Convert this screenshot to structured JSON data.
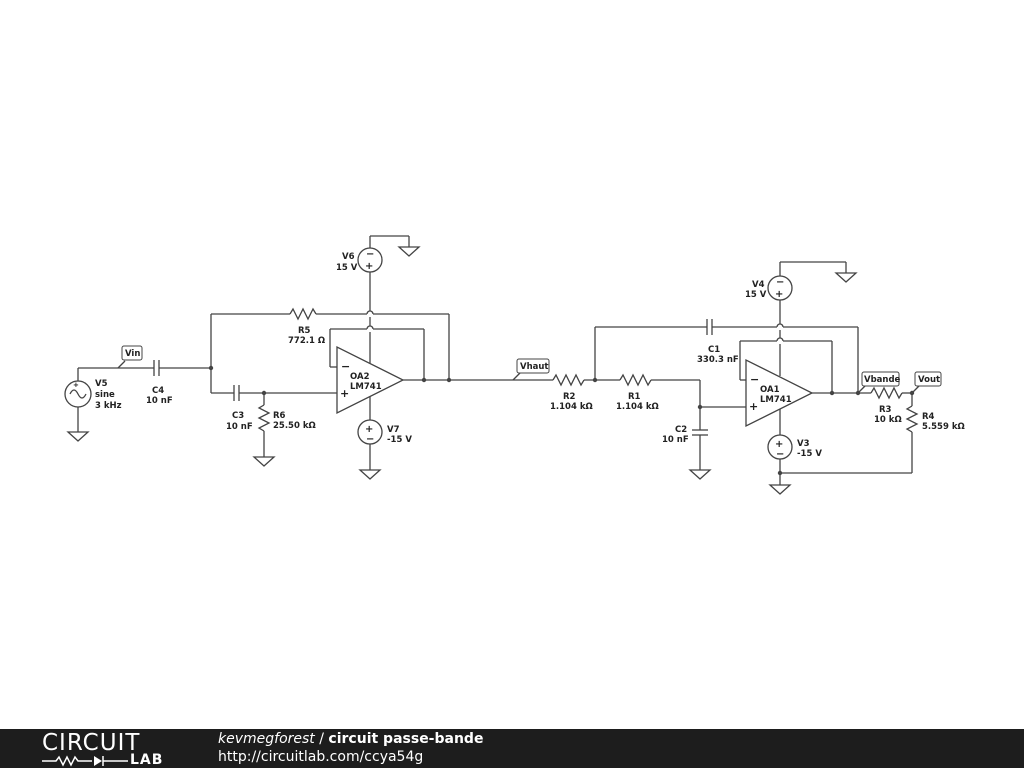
{
  "components": {
    "V5": {
      "name": "V5",
      "type": "sine",
      "value": "3 kHz"
    },
    "C4": {
      "name": "C4",
      "value": "10 nF"
    },
    "C3": {
      "name": "C3",
      "value": "10 nF"
    },
    "R6": {
      "name": "R6",
      "value": "25.50 kΩ"
    },
    "R5": {
      "name": "R5",
      "value": "772.1 Ω"
    },
    "V6": {
      "name": "V6",
      "value": "15 V"
    },
    "V7": {
      "name": "V7",
      "value": "-15 V"
    },
    "OA2": {
      "name": "OA2",
      "model": "LM741"
    },
    "R2": {
      "name": "R2",
      "value": "1.104 kΩ"
    },
    "R1": {
      "name": "R1",
      "value": "1.104 kΩ"
    },
    "C2": {
      "name": "C2",
      "value": "10 nF"
    },
    "C1": {
      "name": "C1",
      "value": "330.3 nF"
    },
    "V4": {
      "name": "V4",
      "value": "15 V"
    },
    "V3": {
      "name": "V3",
      "value": "-15 V"
    },
    "OA1": {
      "name": "OA1",
      "model": "LM741"
    },
    "R3": {
      "name": "R3",
      "value": "10 kΩ"
    },
    "R4": {
      "name": "R4",
      "value": "5.559 kΩ"
    }
  },
  "nets": {
    "vin": "Vin",
    "vhaut": "Vhaut",
    "vbande": "Vbande",
    "vout": "Vout"
  },
  "opamp_symbols": {
    "minus": "−",
    "plus": "+"
  },
  "footer": {
    "logo_top": "CIRCUIT",
    "logo_bottom": "LAB",
    "author": "kevmegforest",
    "separator": " / ",
    "circuit_name": "circuit passe-bande",
    "url": "http://circuitlab.com/ccya54g"
  }
}
